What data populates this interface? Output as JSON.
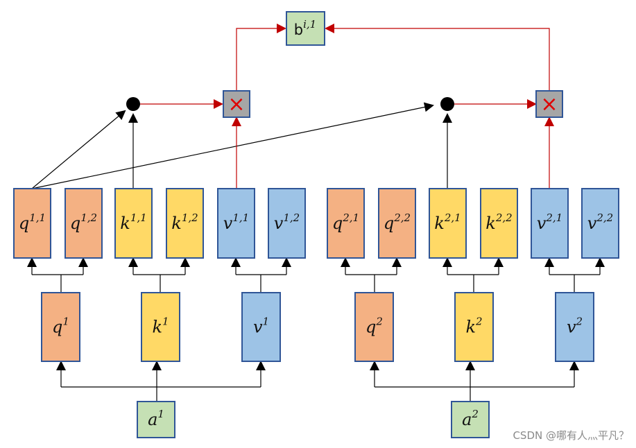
{
  "colors": {
    "q_fill": "#F4B183",
    "k_fill": "#FFD966",
    "v_fill": "#9DC3E6",
    "input_fill": "#C5E0B4",
    "output_fill": "#C5E0B4",
    "mult_fill": "#A6A6A6",
    "border": "#2F5597",
    "black_line": "#000000",
    "red_line": "#C00000"
  },
  "head_vectors": [
    {
      "base": "q",
      "sup": "1,1"
    },
    {
      "base": "q",
      "sup": "1,2"
    },
    {
      "base": "k",
      "sup": "1,1"
    },
    {
      "base": "k",
      "sup": "1,2"
    },
    {
      "base": "v",
      "sup": "1,1"
    },
    {
      "base": "v",
      "sup": "1,2"
    },
    {
      "base": "q",
      "sup": "2,1"
    },
    {
      "base": "q",
      "sup": "2,2"
    },
    {
      "base": "k",
      "sup": "2,1"
    },
    {
      "base": "k",
      "sup": "2,2"
    },
    {
      "base": "v",
      "sup": "2,1"
    },
    {
      "base": "v",
      "sup": "2,2"
    }
  ],
  "mid_vectors": [
    {
      "base": "q",
      "sup": "1"
    },
    {
      "base": "k",
      "sup": "1"
    },
    {
      "base": "v",
      "sup": "1"
    },
    {
      "base": "q",
      "sup": "2"
    },
    {
      "base": "k",
      "sup": "2"
    },
    {
      "base": "v",
      "sup": "2"
    }
  ],
  "inputs": [
    {
      "base": "a",
      "sup": "1"
    },
    {
      "base": "a",
      "sup": "2"
    }
  ],
  "output": {
    "base": "b",
    "sup": "i,1"
  },
  "multiply_symbol": "×",
  "watermark": "CSDN @哪有⼈⺣平凡？"
}
